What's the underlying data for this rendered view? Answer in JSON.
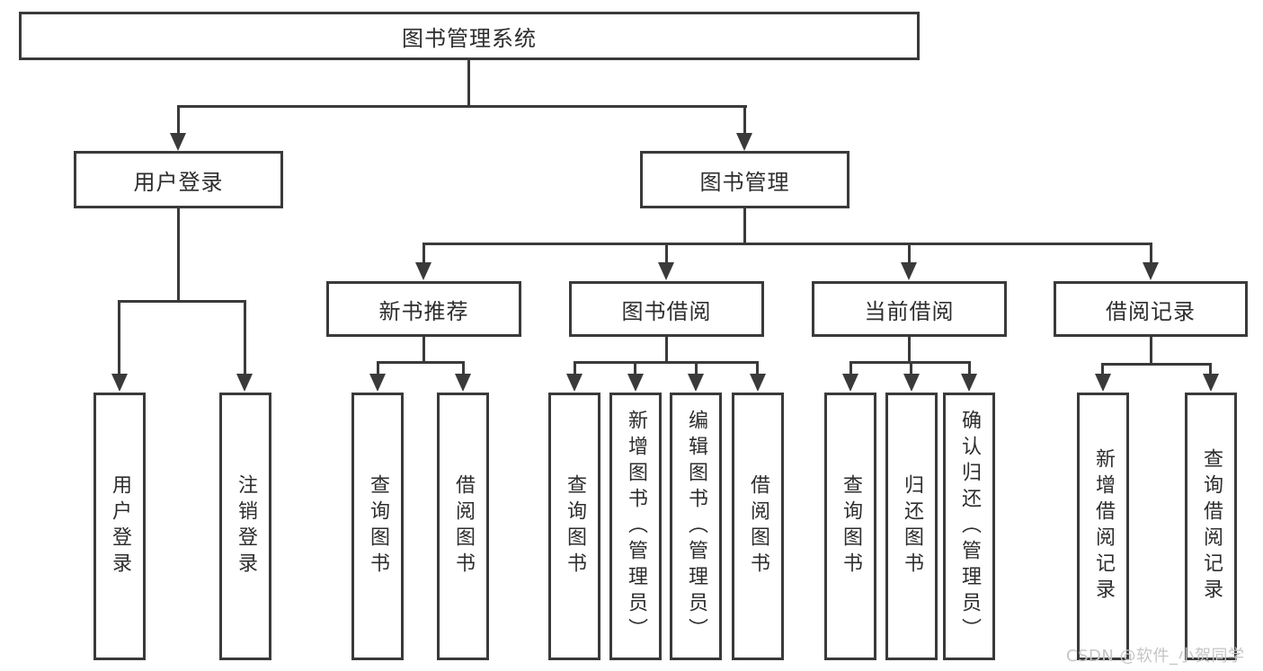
{
  "diagram": {
    "title": "图书管理系统",
    "root": {
      "label": "图书管理系统"
    },
    "level2": [
      {
        "label": "用户登录"
      },
      {
        "label": "图书管理"
      }
    ],
    "level3": [
      {
        "label": "新书推荐",
        "parent": "图书管理"
      },
      {
        "label": "图书借阅",
        "parent": "图书管理"
      },
      {
        "label": "当前借阅",
        "parent": "图书管理"
      },
      {
        "label": "借阅记录",
        "parent": "图书管理"
      }
    ],
    "leaves": [
      {
        "label": "用户登录",
        "parent": "用户登录"
      },
      {
        "label": "注销登录",
        "parent": "用户登录"
      },
      {
        "label": "查询图书",
        "parent": "新书推荐"
      },
      {
        "label": "借阅图书",
        "parent": "新书推荐"
      },
      {
        "label": "查询图书",
        "parent": "图书借阅"
      },
      {
        "label": "新增图书（管理员）",
        "parent": "图书借阅"
      },
      {
        "label": "编辑图书（管理员）",
        "parent": "图书借阅"
      },
      {
        "label": "借阅图书",
        "parent": "图书借阅"
      },
      {
        "label": "查询图书",
        "parent": "当前借阅"
      },
      {
        "label": "归还图书",
        "parent": "当前借阅"
      },
      {
        "label": "确认归还（管理员）",
        "parent": "当前借阅"
      },
      {
        "label": "新增借阅记录",
        "parent": "借阅记录"
      },
      {
        "label": "查询借阅记录",
        "parent": "借阅记录"
      }
    ]
  },
  "watermark": "CSDN @软件_小贺同学",
  "colors": {
    "stroke": "#3a3a3a",
    "text": "#2d2d2d",
    "watermark": "#c5c5c5",
    "background": "#ffffff"
  }
}
